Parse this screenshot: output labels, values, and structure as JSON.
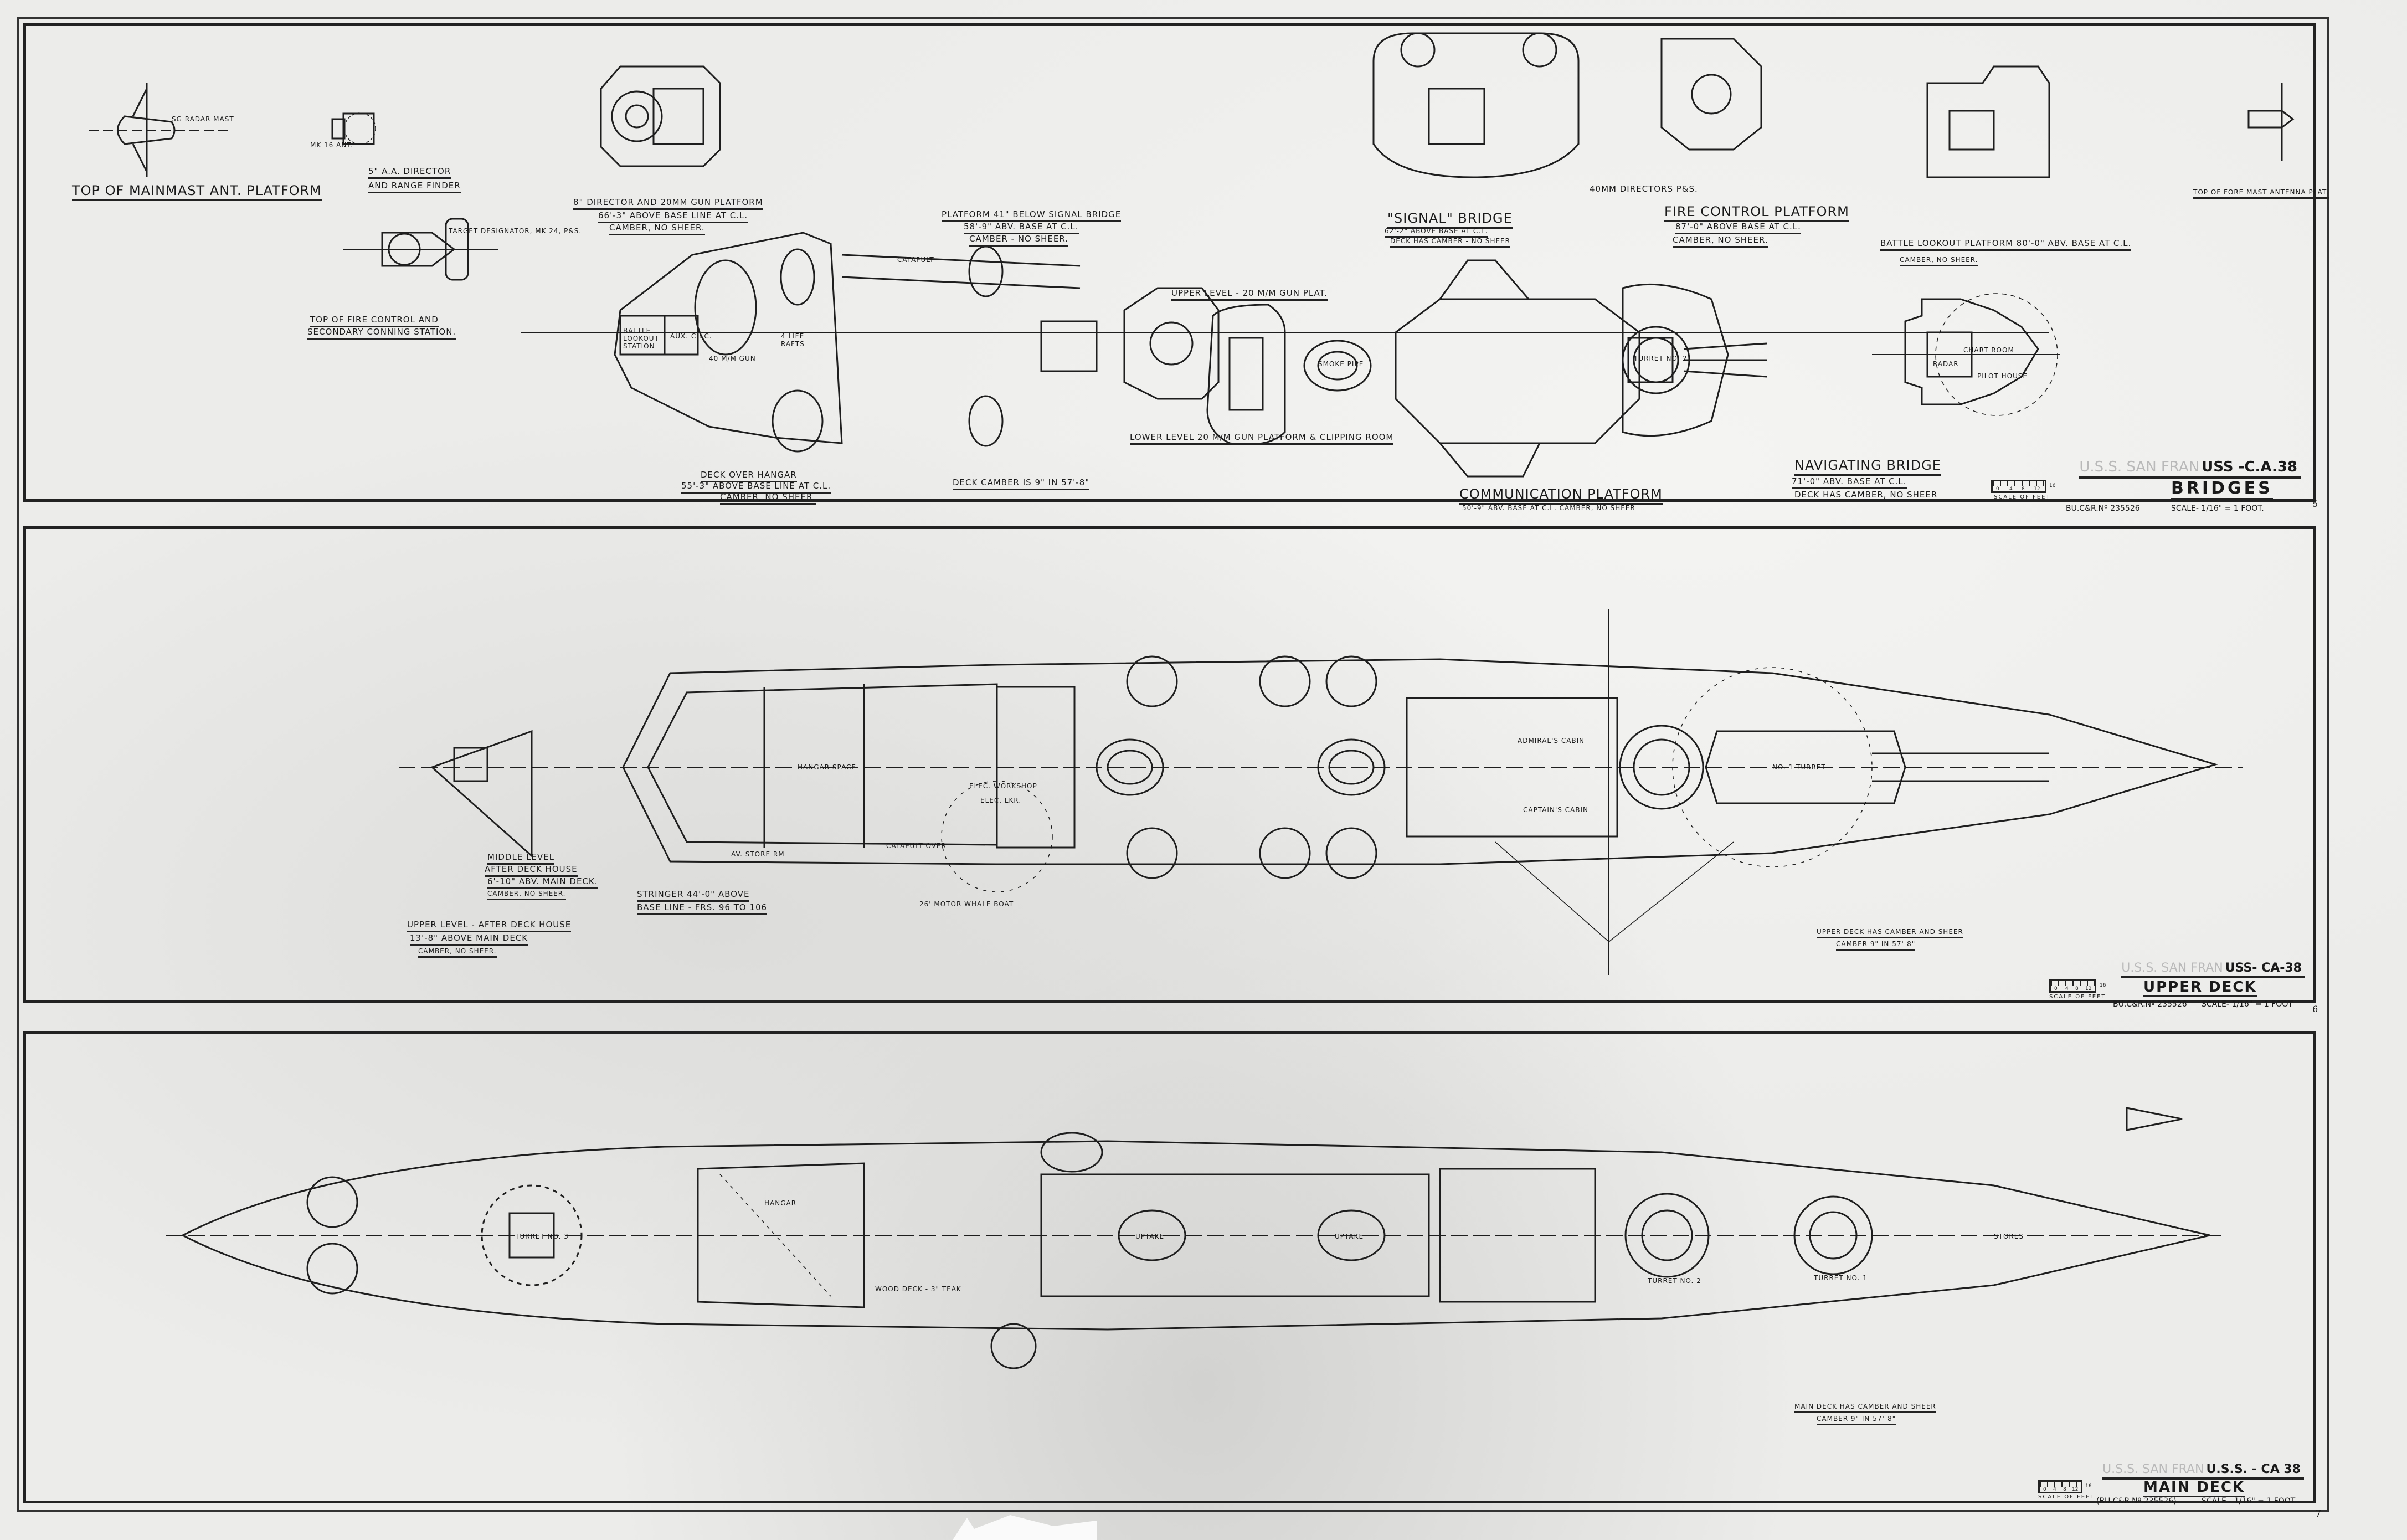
{
  "panels": [
    {
      "id": "bridges",
      "ship_faded": "U.S.S. SAN FRAN",
      "ship": "USS -C.A.38",
      "title": "BRIDGES",
      "bu_no": "BU.C&R.Nº 235526",
      "scale_text": "SCALE- 1/16\" = 1 FOOT.",
      "scale_caption": "SCALE OF FEET",
      "scale_ticks": [
        "0",
        "4",
        "8",
        "12",
        "16"
      ],
      "sheet_number": "5",
      "labels": [
        "TOP OF MAINMAST ANT. PLATFORM",
        "5\" A.A. DIRECTOR",
        "AND RANGE FINDER",
        "8\" DIRECTOR AND 20MM GUN PLATFORM",
        "66'-3\" ABOVE BASE LINE AT C.L.",
        "CAMBER, NO SHEER.",
        "TOP OF FIRE CONTROL AND",
        "SECONDARY CONNING STATION.",
        "PLATFORM 41\" BELOW SIGNAL BRIDGE",
        "58'-9\" ABV. BASE AT C.L.",
        "CAMBER - NO SHEER.",
        "UPPER LEVEL - 20 M/M GUN PLAT.",
        "LOWER LEVEL 20 M/M GUN PLATFORM & CLIPPING ROOM",
        "DECK OVER HANGAR",
        "55'-3\" ABOVE BASE LINE AT C.L.",
        "CAMBER, NO SHEER.",
        "DECK CAMBER IS 9\" IN 57'-8\"",
        "\"SIGNAL\" BRIDGE",
        "62'-2\" ABOVE BASE AT C.L.",
        "DECK HAS CAMBER - NO SHEER",
        "40MM DIRECTORS P&S.",
        "FIRE CONTROL PLATFORM",
        "87'-0\" ABOVE BASE AT C.L.",
        "CAMBER, NO SHEER.",
        "COMMUNICATION PLATFORM",
        "50'-9\" ABV. BASE AT C.L. CAMBER, NO SHEER",
        "BATTLE LOOKOUT PLATFORM 80'-0\" ABV. BASE AT C.L.",
        "CAMBER, NO SHEER.",
        "TOP OF FORE MAST ANTENNA PLAT.",
        "NAVIGATING BRIDGE",
        "71'-0\" ABV. BASE AT C.L.",
        "DECK HAS CAMBER, NO SHEER",
        "BATTLE LOOKOUT STATION",
        "AUX. C.I.C.",
        "40 M/M GUN",
        "CATAPULT",
        "4 LIFE RAFTS",
        "SMOKE PIPE",
        "TURRET NO. 2",
        "PILOT HOUSE",
        "CHART ROOM",
        "RADAR",
        "TARGET DESIGNATOR, MK 24, P&S.",
        "SG RADAR MAST",
        "MK 16 ANT."
      ]
    },
    {
      "id": "upper-deck",
      "ship_faded": "U.S.S. SAN FRAN",
      "ship": "USS- CA-38",
      "title": "UPPER DECK",
      "bu_no": "BU.C&R.Nº 235526",
      "scale_text": "SCALE- 1/16\" = 1 FOOT",
      "scale_caption": "SCALE OF FEET",
      "scale_ticks": [
        "0",
        "4",
        "8",
        "12",
        "16"
      ],
      "sheet_number": "6",
      "labels": [
        "UPPER LEVEL - AFTER DECK HOUSE",
        "13'-8\" ABOVE MAIN DECK",
        "CAMBER, NO SHEER.",
        "MIDDLE LEVEL",
        "AFTER DECK HOUSE",
        "6'-10\" ABV. MAIN DECK.",
        "CAMBER, NO SHEER.",
        "STRINGER 44'-0\" ABOVE",
        "BASE LINE - FRS. 96 TO 106",
        "UPPER DECK HAS CAMBER AND SHEER",
        "CAMBER 9\" IN 57'-8\"",
        "HANGAR SPACE",
        "CATAPULT OVER",
        "ELEC. WORKSHOP",
        "ELEC. LKR.",
        "AV. STORE RM",
        "26' MOTOR WHALE BOAT",
        "CAPTAIN'S CABIN",
        "ADMIRAL'S CABIN",
        "NO. 1 TURRET"
      ]
    },
    {
      "id": "main-deck",
      "ship_faded": "U.S.S. SAN FRAN",
      "ship": "U.S.S. - CA 38",
      "title": "MAIN DECK",
      "bu_no": "(BU.C&R.Nº 235526)",
      "scale_text": "SCALE - 1/16\" = 1 FOOT",
      "scale_caption": "SCALE OF FEET",
      "scale_ticks": [
        "0",
        "4",
        "8",
        "12",
        "16"
      ],
      "sheet_number": "7",
      "labels": [
        "MAIN DECK HAS CAMBER AND SHEER",
        "CAMBER 9\" IN 57'-8\"",
        "HANGAR",
        "WOOD DECK - 3\" TEAK",
        "UPTAKE",
        "UPTAKE",
        "TURRET NO. 3",
        "TURRET NO. 2",
        "TURRET NO. 1",
        "STORES"
      ]
    }
  ]
}
